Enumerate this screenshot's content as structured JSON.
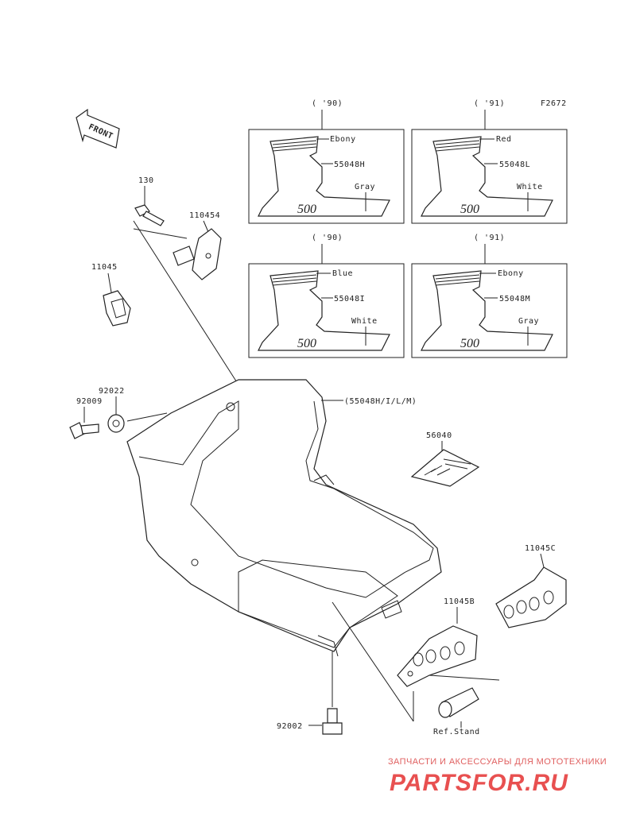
{
  "figure_code": "F2672",
  "front_label": "FRONT",
  "decal_boxes": [
    {
      "year": "( '90)",
      "top_color": "Ebony",
      "part": "55048H",
      "bottom_color": "Gray",
      "model": "500"
    },
    {
      "year": "( '91)",
      "top_color": "Red",
      "part": "55048L",
      "bottom_color": "White",
      "model": "500"
    },
    {
      "year": "( '90)",
      "top_color": "Blue",
      "part": "55048I",
      "bottom_color": "White",
      "model": "500"
    },
    {
      "year": "( '91)",
      "top_color": "Ebony",
      "part": "55048M",
      "bottom_color": "Gray",
      "model": "500"
    }
  ],
  "callouts": {
    "p130": "130",
    "p110454": "110454",
    "p11045": "11045",
    "p92022": "92022",
    "p92009": "92009",
    "p55048": "(55048H/I/L/M)",
    "p56040": "56040",
    "p11045C": "11045C",
    "p11045B": "11045B",
    "p92002": "92002",
    "ref_stand": "Ref.Stand"
  },
  "watermark": {
    "line1": "ЗАПЧАСТИ И АКСЕССУАРЫ ДЛЯ МОТОТЕХНИКИ",
    "line2": "PARTSFOR.RU",
    "color": "#e85050"
  }
}
